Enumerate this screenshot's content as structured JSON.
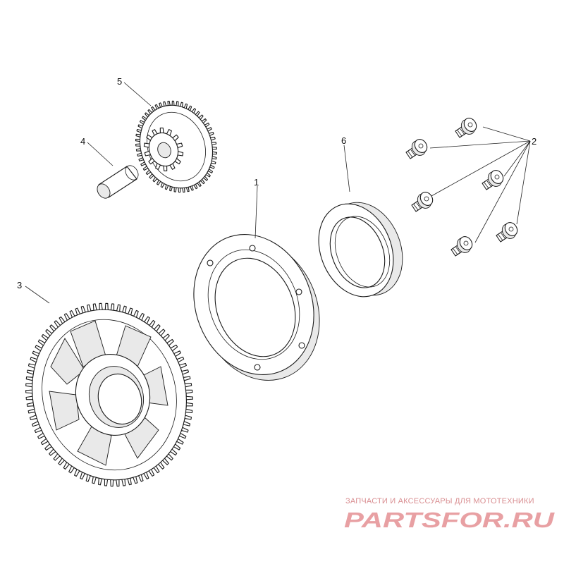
{
  "diagram": {
    "callouts": [
      {
        "id": "p1",
        "label": "1"
      },
      {
        "id": "p2",
        "label": "2"
      },
      {
        "id": "p3",
        "label": "3"
      },
      {
        "id": "p4",
        "label": "4"
      },
      {
        "id": "p5",
        "label": "5"
      },
      {
        "id": "p6",
        "label": "6"
      }
    ]
  },
  "watermark": {
    "tagline": "ЗАПЧАСТИ И АКСЕССУАРЫ ДЛЯ МОТОТЕХНИКИ",
    "logo_text": "PARTSFOR.RU",
    "color": "#e8a0a3"
  }
}
